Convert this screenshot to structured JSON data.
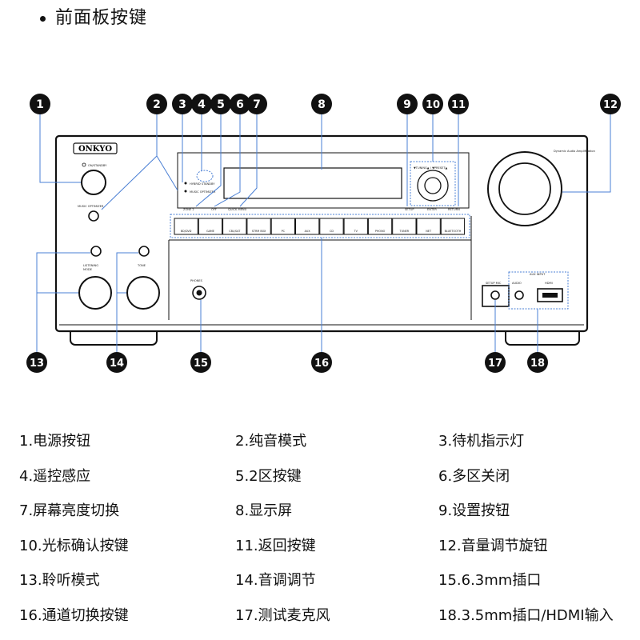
{
  "heading": "前面板按键",
  "brand": "ONKYO",
  "panel_labels": {
    "on_standby": "ON/STANDBY",
    "music_optimizer": "MUSIC OPTIMIZER",
    "zone2": "ZONE 2",
    "off": "OFF",
    "quick_menu": "QUICK MENU",
    "hybrid_standby": "HYBRID STANDBY",
    "music_optimizer_ind": "MUSIC OPTIMIZER",
    "tuning": "▼TUNING▲ / ▼PRESET▲",
    "setup": "SETUP",
    "enter": "ENTER",
    "return": "RETURN",
    "listening_mode": "LISTENING\nMODE",
    "tone": "TONE",
    "phones": "PHONES",
    "setup_mic": "SETUP MIC",
    "aux_input": "AUX INPUT",
    "audio": "AUDIO",
    "hdmi": "HDMI",
    "dynamic_audio": "Dynamic Audio Amplification"
  },
  "input_buttons": [
    "BD/DVD",
    "GAME",
    "CBL/SAT",
    "STRM BOX",
    "PC",
    "AUX",
    "CD",
    "TV",
    "PHONO",
    "TUNER",
    "NET",
    "BLUETOOTH"
  ],
  "callouts": [
    "1",
    "2",
    "3",
    "4",
    "5",
    "6",
    "7",
    "8",
    "9",
    "10",
    "11",
    "12",
    "13",
    "14",
    "15",
    "16",
    "17",
    "18"
  ],
  "legend": [
    "1.电源按钮",
    "2.纯音模式",
    "3.待机指示灯",
    "4.遥控感应",
    "5.2区按键",
    "6.多区关闭",
    "7.屏幕亮度切换",
    "8.显示屏",
    "9.设置按钮",
    "10.光标确认按键",
    "11.返回按键",
    "12.音量调节旋钮",
    "13.聆听模式",
    "14.音调调节",
    "15.6.3mm插口",
    "16.通道切换按键",
    "17.测试麦克风",
    "18.3.5mm插口/HDMI输入"
  ]
}
